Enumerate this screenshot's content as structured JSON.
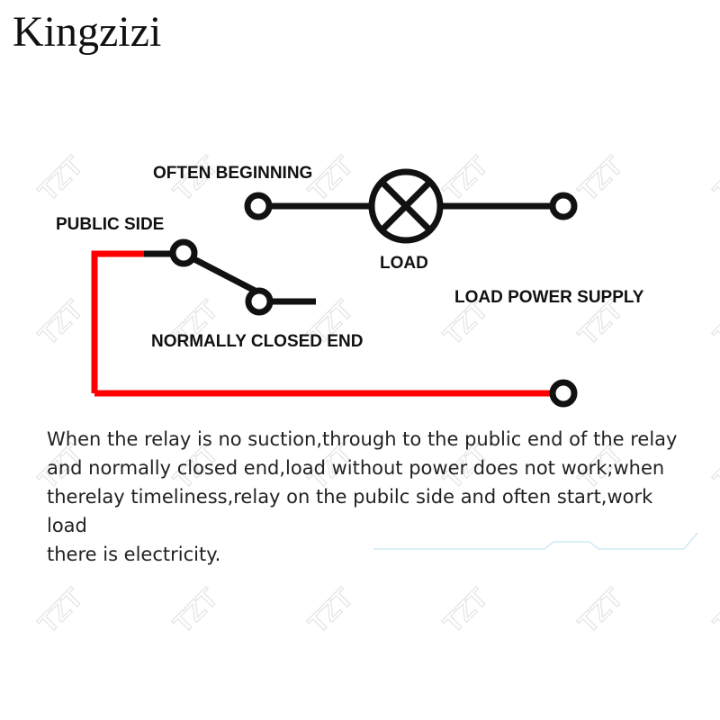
{
  "brand": "Kingzizi",
  "watermark": "TZT",
  "diagram": {
    "often_beginning": "OFTEN BEGINNING",
    "public_side": "PUBLIC SIDE",
    "load": "LOAD",
    "load_power_supply": "LOAD POWER SUPPLY",
    "normally_closed_end": "NORMALLY CLOSED END",
    "colors": {
      "wire": "#111111",
      "public_wire": "#ff0000"
    }
  },
  "description": [
    "When the relay is no suction,through to the public end of the relay",
    "and normally closed end,load without power does not work;when",
    "therelay timeliness,relay on the pubilc side and often start,work load",
    "there is electricity."
  ]
}
